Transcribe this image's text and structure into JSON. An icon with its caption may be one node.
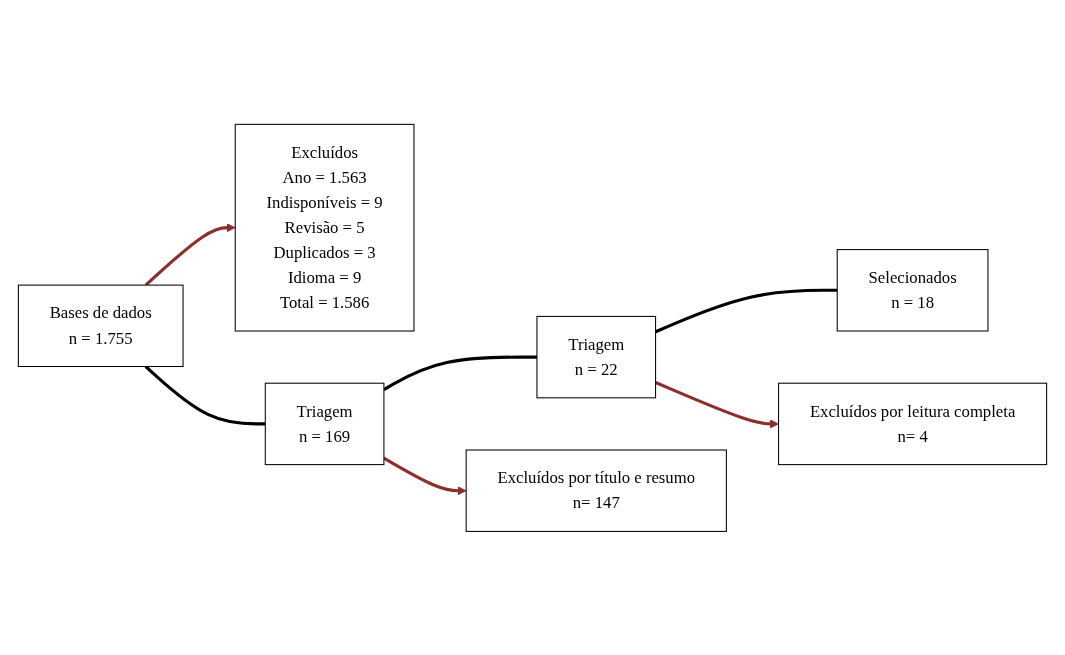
{
  "diagram": {
    "nodes": [
      {
        "text": [
          "Excluídos",
          "Ano = 1.563",
          "Indisponíveis = 9",
          "Revisão = 5",
          "Duplicados = 3",
          "Idioma = 9",
          "Total = 1.586"
        ]
      },
      {
        "text": [
          "Bases de dados",
          "n = 1.755"
        ]
      },
      {
        "text": [
          "Triagem",
          "n = 169"
        ]
      },
      {
        "text": [
          "Triagem",
          "n = 22"
        ]
      },
      {
        "text": [
          "Selecionados",
          "n = 18"
        ]
      },
      {
        "text": [
          "Excluídos por título e resumo",
          "n= 147"
        ]
      },
      {
        "text": [
          "Excluídos por leitura completa",
          "n= 4"
        ]
      }
    ],
    "edges": [
      {
        "from": 1,
        "to": 2,
        "arrow": "none"
      },
      {
        "from": 1,
        "to": 0,
        "arrow": "to",
        "color": "#8b2e2e"
      },
      {
        "from": 2,
        "to": 3,
        "arrow": "none"
      },
      {
        "from": 2,
        "to": 5,
        "arrow": "to",
        "color": "#8b2e2e"
      },
      {
        "from": 3,
        "to": 4,
        "arrow": "none"
      },
      {
        "from": 3,
        "to": 6,
        "arrow": "to",
        "color": "#8b2e2e"
      }
    ]
  }
}
